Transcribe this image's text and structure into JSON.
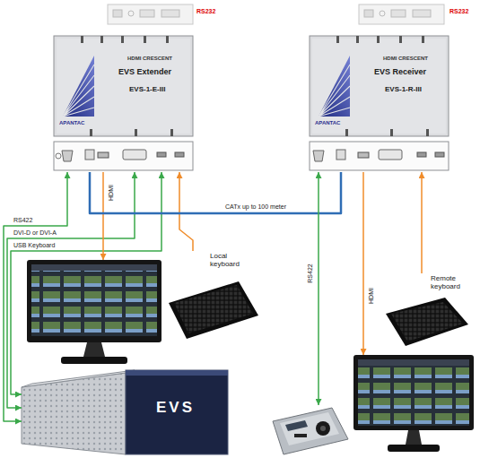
{
  "diagram": {
    "nodes": [
      {
        "text": [
          "HDMI CRESCENT",
          "EVS Extender",
          "EVS-1-E-III",
          "APANTAC"
        ]
      },
      {
        "text": [
          "HDMI CRESCENT",
          "EVS Receiver",
          "EVS-1-R-III",
          "APANTAC"
        ]
      },
      {
        "text": []
      },
      {
        "text": [
          "Local keyboard"
        ]
      },
      {
        "text": [
          "Remote keyboard"
        ]
      },
      {
        "text": [
          "EVS"
        ]
      },
      {
        "text": []
      },
      {
        "text": []
      }
    ],
    "edges": [
      {
        "from": 0,
        "to": 5,
        "label": "RS422",
        "arrow": "both"
      },
      {
        "from": 0,
        "to": 5,
        "label": "DVI-D or DVI-A",
        "arrow": "both"
      },
      {
        "from": 0,
        "to": 5,
        "label": "USB Keyboard",
        "arrow": "both"
      },
      {
        "from": 0,
        "to": 2,
        "label": "HDMI",
        "arrow": "to"
      },
      {
        "from": 3,
        "to": 0,
        "arrow": "to"
      },
      {
        "from": 0,
        "to": 1,
        "label": "CATx up to 100 meter",
        "arrow": "none"
      },
      {
        "from": 1,
        "to": 6,
        "label": "RS422",
        "arrow": "both"
      },
      {
        "from": 1,
        "to": 7,
        "label": "HDMI",
        "arrow": "to"
      },
      {
        "from": 4,
        "to": 1,
        "arrow": "to"
      }
    ],
    "labels": [
      "RS232",
      "RS232"
    ]
  }
}
